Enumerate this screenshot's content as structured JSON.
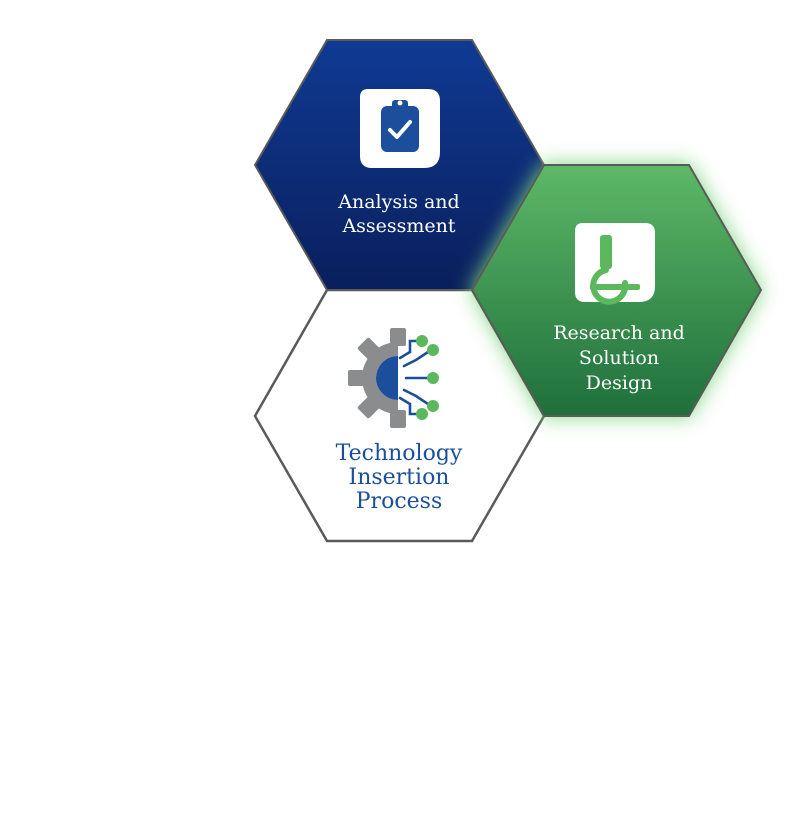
{
  "hexes": {
    "analysis": {
      "icon": "clipboard-check-icon",
      "lines": [
        "Analysis and",
        "Assessment"
      ],
      "color_top": "#0f3a93",
      "color_bottom": "#0a1f5c",
      "text_color": "#ffffff"
    },
    "research": {
      "icon": "microscope-icon",
      "lines": [
        "Research and",
        "Solution",
        "Design"
      ],
      "color_top": "#5db866",
      "color_bottom": "#1f6f3c",
      "text_color": "#ffffff",
      "glow_color": "#7ed37f"
    },
    "technology": {
      "icon": "gear-circuit-icon",
      "lines": [
        "Technology",
        "Insertion",
        "Process"
      ],
      "fill": "#ffffff",
      "stroke": "#5a5a5a",
      "text_color": "#1b4f9c"
    }
  },
  "colors": {
    "gear_gray": "#8a8c8e",
    "circuit_blue": "#1b4f9c",
    "circuit_green": "#5cb85c",
    "icon_tile": "#ffffff"
  }
}
